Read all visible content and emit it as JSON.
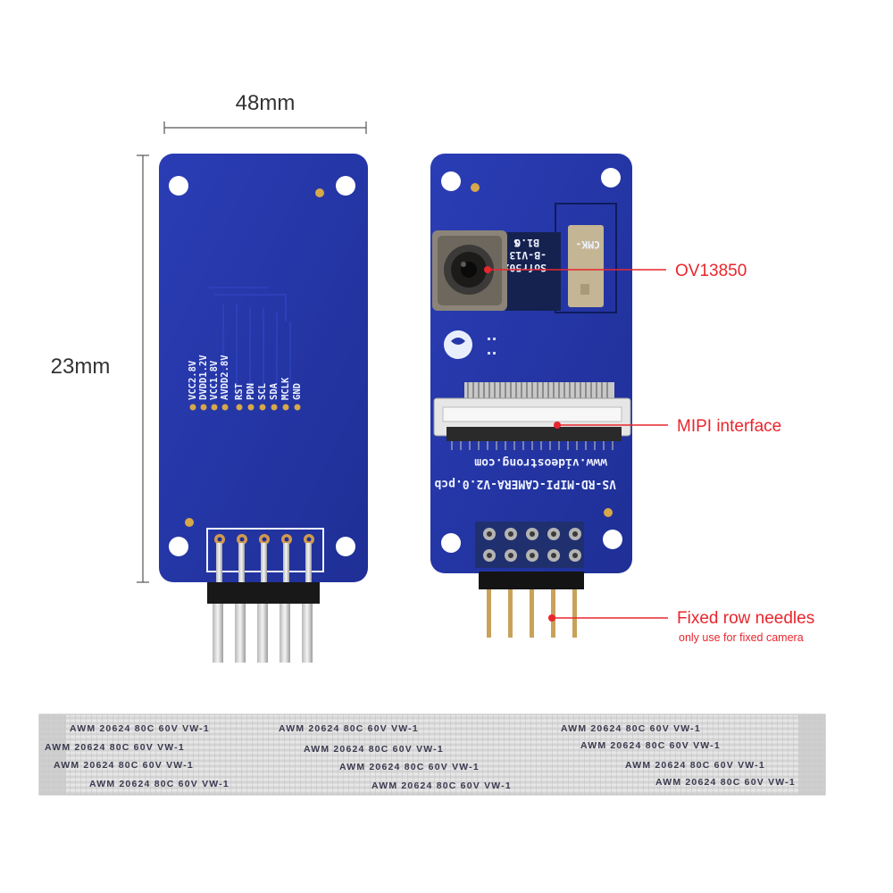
{
  "dimensions": {
    "width": "48mm",
    "height": "23mm"
  },
  "back_board": {
    "pin_labels": [
      "VCC2.8V",
      "DVDD1.2V",
      "VCC1.8V",
      "AVDD2.8V",
      "RST",
      "PDN",
      "SCL",
      "SDA",
      "MCLK",
      "GND"
    ]
  },
  "front_board": {
    "sensor_marking": [
      "CMK-",
      "Sofr50x",
      "-B-V13",
      "B1.0",
      "S"
    ],
    "website": "www.videostrong.com",
    "pcb_name": "VS-RD-MIPI-CAMERA-V2.0.pcb"
  },
  "callouts": {
    "sensor": "OV13850",
    "connector": "MIPI interface",
    "pins_title": "Fixed row needles",
    "pins_subtitle": "only use for fixed camera"
  },
  "cable": {
    "marking": "AWM  20624  80C  60V  VW-1"
  },
  "colors": {
    "pcb_blue": "#2436a8",
    "callout_red": "#e8262d",
    "cable_silver": "#dcdcdc"
  }
}
